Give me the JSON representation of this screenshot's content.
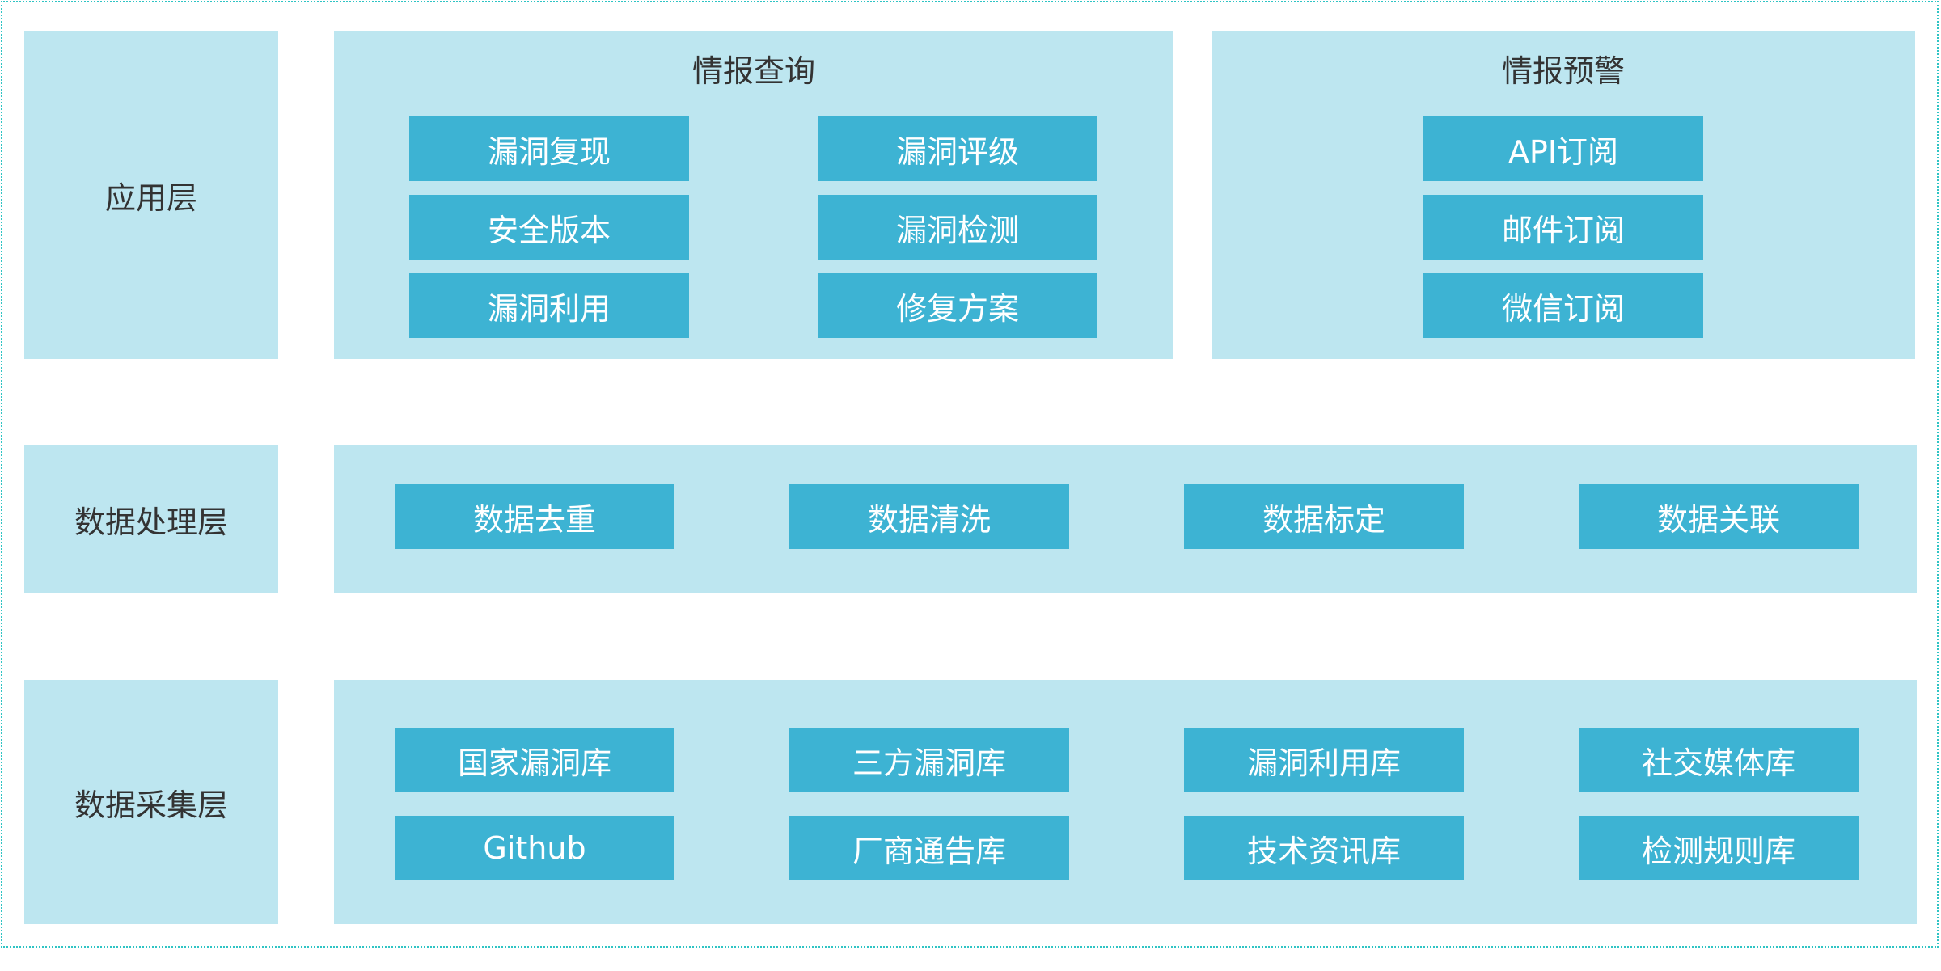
{
  "layers": {
    "application": {
      "label": "应用层",
      "query": {
        "title": "情报查询",
        "items": [
          "漏洞复现",
          "漏洞评级",
          "安全版本",
          "漏洞检测",
          "漏洞利用",
          "修复方案"
        ]
      },
      "alert": {
        "title": "情报预警",
        "items": [
          "API订阅",
          "邮件订阅",
          "微信订阅"
        ]
      }
    },
    "processing": {
      "label": "数据处理层",
      "items": [
        "数据去重",
        "数据清洗",
        "数据标定",
        "数据关联"
      ]
    },
    "collection": {
      "label": "数据采集层",
      "items": [
        "国家漏洞库",
        "三方漏洞库",
        "漏洞利用库",
        "社交媒体库",
        "Github",
        "厂商通告库",
        "技术资讯库",
        "检测规则库"
      ]
    }
  },
  "colors": {
    "panel": "#bde6f0",
    "box": "#3db3d3",
    "frame": "#2ec4c4"
  }
}
